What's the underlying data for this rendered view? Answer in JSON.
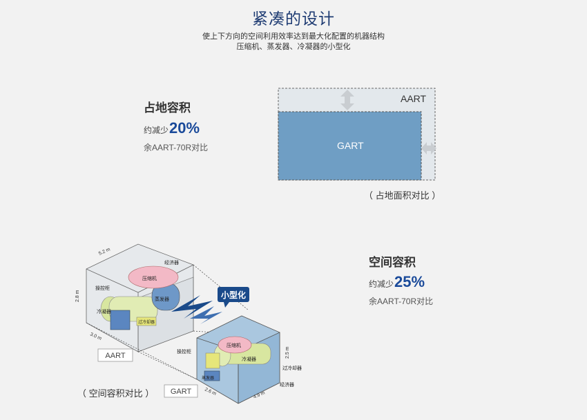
{
  "header": {
    "title": "紧凑的设计",
    "subtitle_line1": "使上下方向的空间利用效率达到最大化配置的机器结构",
    "subtitle_line2": "压缩机、蒸发器、冷凝器的小型化"
  },
  "footprint": {
    "title": "占地容积",
    "reduce_prefix": "约减少",
    "value": "20%",
    "note": "余AART-70R对比",
    "caption": "（ 占地面积对比 ）",
    "outer_label": "AART",
    "inner_label": "GART"
  },
  "space": {
    "title": "空间容积",
    "reduce_prefix": "约减少",
    "value": "25%",
    "note": "余AART-70R对比",
    "caption": "（ 空间容积对比 ）",
    "miniaturize_label": "小型化",
    "aart": {
      "tag": "AART",
      "dim_width": "5.2 m",
      "dim_height": "2.8 m",
      "dim_depth": "3.0 m",
      "label_economizer": "经济器",
      "label_compressor": "压缩机",
      "label_control": "操控柜",
      "label_evaporator": "蒸发器",
      "label_condenser": "冷凝器",
      "label_subcooler": "过冷却器"
    },
    "gart": {
      "tag": "GART",
      "dim_width": "4.9 m",
      "dim_height": "2.5 m",
      "dim_depth": "2.6 m",
      "label_control": "操控柜",
      "label_compressor": "压缩机",
      "label_condenser": "冷凝器",
      "label_evaporator": "蒸发器",
      "label_subcooler": "过冷却器",
      "label_economizer": "经济器"
    }
  },
  "colors": {
    "title": "#1f3c73",
    "accent_value": "#1a4a9a",
    "gart_blue": "#6f9ec4",
    "banner_blue": "#1a4a8a"
  }
}
